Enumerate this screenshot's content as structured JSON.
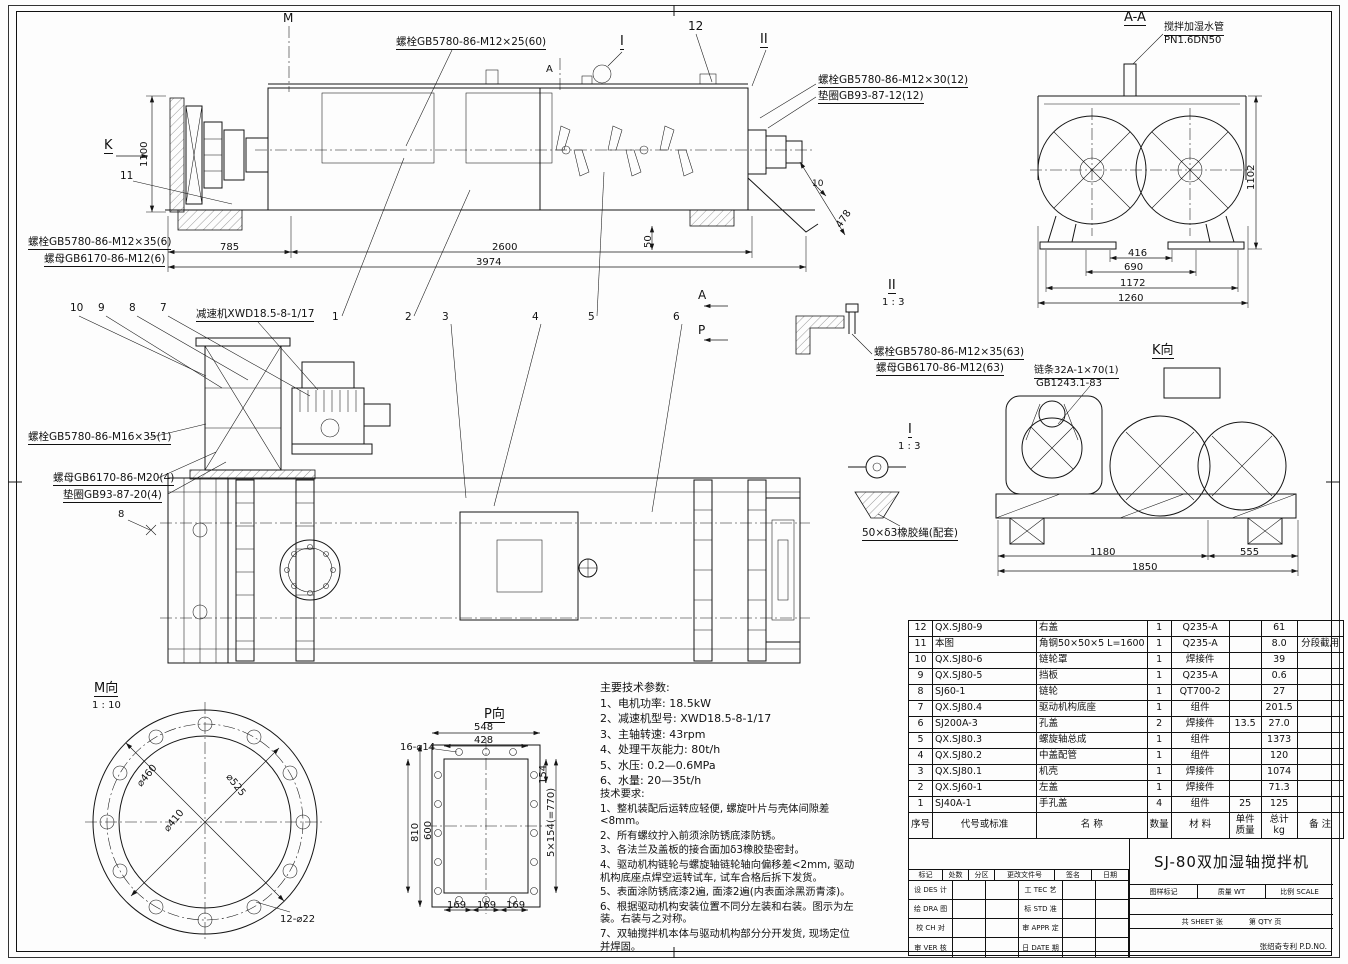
{
  "sheet": {
    "title": "SJ-80双加湿轴搅拌机"
  },
  "callouts": {
    "bolt_m12x25": "螺栓GB5780-86-M12×25(60)",
    "bolt_m12x30": "螺栓GB5780-86-M12×30(12)",
    "washer12": "垫圈GB93-87-12(12)",
    "bolt_m12x35_6": "螺栓GB5780-86-M12×35(6)",
    "nut_m12_6": "螺母GB6170-86-M12(6)",
    "bolt_m12x35_63": "螺栓GB5780-86-M12×35(63)",
    "nut_m12_63": "螺母GB6170-86-M12(63)",
    "bolt_m16x35_1": "螺栓GB5780-86-M16×35(1)",
    "nut_m20_4": "螺母GB6170-86-M20(4)",
    "washer20_4": "垫圈GB93-87-20(4)",
    "reducer": "减速机XWD18.5-8-1/17",
    "chain1": "链条32A-1×70(1)",
    "chain2": "GB1243.1-83",
    "rubber": "50×δ3橡胶绳(配套)",
    "water1": "搅拌加湿水管",
    "water2": "PN1.6DN50"
  },
  "views": {
    "aa": "A-A",
    "k_dir": "K向",
    "m_dir": "M向",
    "m_scale": "1 : 10",
    "p_dir": "P向",
    "i_scale": "1 : 3",
    "ii_scale": "1 : 3",
    "mark_m": "M",
    "mark_a": "A",
    "mark_p": "P",
    "mark_k": "K",
    "mark_i": "I",
    "mark_ii": "II"
  },
  "nums": {
    "p1": "1",
    "p2": "2",
    "p3": "3",
    "p4": "4",
    "p5": "5",
    "p6": "6",
    "p7": "7",
    "p8": "8",
    "p9": "9",
    "p10": "10",
    "p11": "11",
    "p12": "12"
  },
  "dims": {
    "front": {
      "a": "785",
      "b": "2600",
      "c": "3974",
      "h": "1100",
      "d50": "50",
      "d478": "478",
      "d10": "10",
      "weld": "8"
    },
    "aa": {
      "a": "416",
      "b": "690",
      "c": "1172",
      "d": "1260",
      "h": "1102"
    },
    "k": {
      "a": "1180",
      "b": "555",
      "c": "1850"
    },
    "m": {
      "d1": "⌀460",
      "d2": "⌀525",
      "d3": "⌀410",
      "holes": "12-⌀22"
    },
    "p": {
      "w": "548",
      "wi": "428",
      "s": "154",
      "h": "810",
      "hi": "600",
      "sr": "5×154(=770)",
      "b1": "169",
      "b2": "169",
      "b3": "169",
      "holes": "16-⌀14"
    }
  },
  "tech_params": {
    "title": "主要技术参数:",
    "items": [
      "1、电机功率: 18.5kW",
      "2、减速机型号: XWD18.5-8-1/17",
      "3、主轴转速: 43rpm",
      "4、处理干灰能力: 80t/h",
      "5、水压: 0.2—0.6MPa",
      "6、水量: 20—35t/h"
    ]
  },
  "tech_reqs": {
    "title": "技术要求:",
    "items": [
      "1、整机装配后运转应轻便, 螺旋叶片与壳体间隙差<8mm。",
      "2、所有螺纹拧入前须涂防锈底漆防锈。",
      "3、各法兰及盖板的接合面加δ3橡胶垫密封。",
      "4、驱动机构链轮与螺旋轴链轮轴向偏移差<2mm, 驱动机构底座点焊空运转试车, 试车合格后拆下发货。",
      "5、表面涂防锈底漆2遍, 面漆2遍(内表面涂黑沥青漆)。",
      "6、根据驱动机构安装位置不同分左装和右装。图示为左装。右装与之对称。",
      "7、双轴搅拌机本体与驱动机构部分分开发货, 现场定位并焊固。"
    ]
  },
  "bom": {
    "headers": {
      "no": "序号",
      "code": "代号或标准",
      "name": "名  称",
      "qty": "数量",
      "mat": "材  料",
      "unit": "单件",
      "unit2": "质量",
      "total": "总计",
      "total2": "kg",
      "rem": "备  注"
    },
    "rows": [
      {
        "no": "12",
        "code": "QX.SJ80-9",
        "name": "右盖",
        "qty": "1",
        "mat": "Q235-A",
        "unit": "",
        "total": "61",
        "rem": ""
      },
      {
        "no": "11",
        "code": "本图",
        "name": "角钢50×50×5 L=1600",
        "qty": "1",
        "mat": "Q235-A",
        "unit": "",
        "total": "8.0",
        "rem": "分段截用"
      },
      {
        "no": "10",
        "code": "QX.SJ80-6",
        "name": "链轮罩",
        "qty": "1",
        "mat": "焊接件",
        "unit": "",
        "total": "39",
        "rem": ""
      },
      {
        "no": "9",
        "code": "QX.SJ80-5",
        "name": "挡板",
        "qty": "1",
        "mat": "Q235-A",
        "unit": "",
        "total": "0.6",
        "rem": ""
      },
      {
        "no": "8",
        "code": "SJ60-1",
        "name": "链轮",
        "qty": "1",
        "mat": "QT700-2",
        "unit": "",
        "total": "27",
        "rem": ""
      },
      {
        "no": "7",
        "code": "QX.SJ80.4",
        "name": "驱动机构底座",
        "qty": "1",
        "mat": "组件",
        "unit": "",
        "total": "201.5",
        "rem": ""
      },
      {
        "no": "6",
        "code": "SJ200A-3",
        "name": "孔盖",
        "qty": "2",
        "mat": "焊接件",
        "unit": "13.5",
        "total": "27.0",
        "rem": ""
      },
      {
        "no": "5",
        "code": "QX.SJ80.3",
        "name": "螺旋轴总成",
        "qty": "1",
        "mat": "组件",
        "unit": "",
        "total": "1373",
        "rem": ""
      },
      {
        "no": "4",
        "code": "QX.SJ80.2",
        "name": "中盖配管",
        "qty": "1",
        "mat": "组件",
        "unit": "",
        "total": "120",
        "rem": ""
      },
      {
        "no": "3",
        "code": "QX.SJ80.1",
        "name": "机壳",
        "qty": "1",
        "mat": "焊接件",
        "unit": "",
        "total": "1074",
        "rem": ""
      },
      {
        "no": "2",
        "code": "QX.SJ60-1",
        "name": "左盖",
        "qty": "1",
        "mat": "焊接件",
        "unit": "",
        "total": "71.3",
        "rem": ""
      },
      {
        "no": "1",
        "code": "SJ40A-1",
        "name": "手孔盖",
        "qty": "4",
        "mat": "组件",
        "unit": "25",
        "total": "125",
        "rem": ""
      }
    ]
  },
  "title_block": {
    "product": "SJ-80双加湿轴搅拌机",
    "rev_header": [
      "标记",
      "处数",
      "分区",
      "更改文件号",
      "签名",
      "日期"
    ],
    "sign_rows": [
      [
        "设 DES 计",
        "工 TEC 艺"
      ],
      [
        "绘 DRA 图",
        "标 STD 准"
      ],
      [
        "校 CH 对",
        "审 APPR 定"
      ],
      [
        "审 VER 核",
        "日 DATE 期"
      ]
    ],
    "right_labels": [
      "图样标记",
      "质量 WT",
      "比例 SCALE"
    ],
    "sheets": "共 SHEET 张",
    "page": "第 QTY 页",
    "patent": "张绍奇专利 P.D.NO."
  }
}
